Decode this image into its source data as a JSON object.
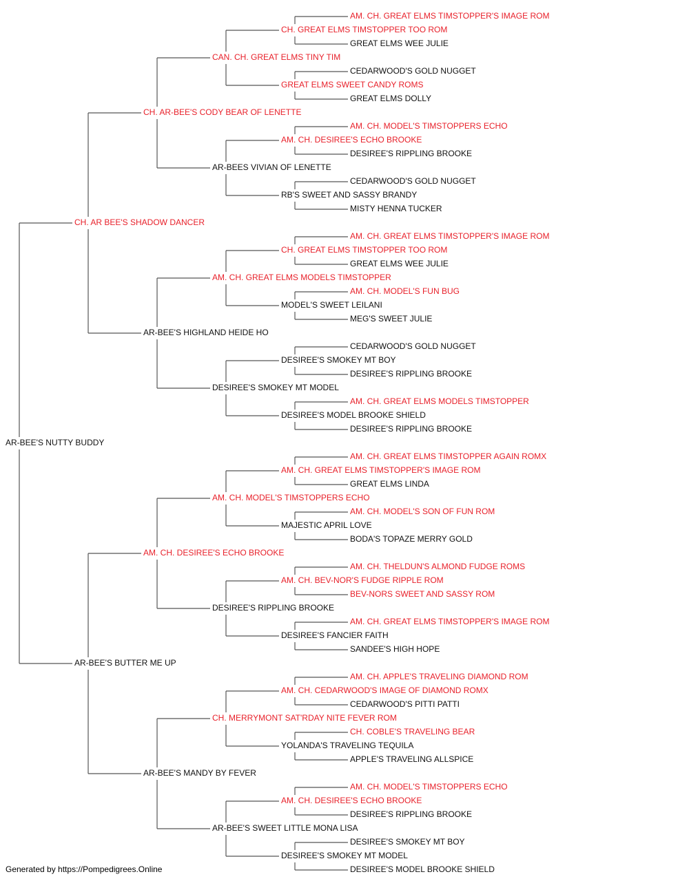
{
  "colors": {
    "champion": "#e8202a",
    "normal": "#111111",
    "connector": "#555555"
  },
  "footer": "Generated by https://Pompedigrees.Online",
  "pedigree": {
    "name": "AR-BEE'S NUTTY BUDDY",
    "champion": false,
    "sire": {
      "name": "CH. AR BEE'S SHADOW DANCER",
      "champion": true,
      "sire": {
        "name": "CH. AR-BEE'S CODY BEAR OF LENETTE",
        "champion": true,
        "sire": {
          "name": "CAN. CH. GREAT ELMS TINY TIM",
          "champion": true,
          "sire": {
            "name": "CH. GREAT ELMS TIMSTOPPER TOO ROM",
            "champion": true,
            "sire": {
              "name": "AM. CH. GREAT ELMS TIMSTOPPER'S IMAGE ROM",
              "champion": true
            },
            "dam": {
              "name": "GREAT ELMS WEE JULIE",
              "champion": false
            }
          },
          "dam": {
            "name": "GREAT ELMS SWEET CANDY ROMS",
            "champion": true,
            "sire": {
              "name": "CEDARWOOD'S GOLD NUGGET",
              "champion": false
            },
            "dam": {
              "name": "GREAT ELMS DOLLY",
              "champion": false
            }
          }
        },
        "dam": {
          "name": "AR-BEES VIVIAN OF LENETTE",
          "champion": false,
          "sire": {
            "name": "AM. CH. DESIREE'S ECHO BROOKE",
            "champion": true,
            "sire": {
              "name": "AM. CH. MODEL'S TIMSTOPPERS ECHO",
              "champion": true
            },
            "dam": {
              "name": "DESIREE'S RIPPLING BROOKE",
              "champion": false
            }
          },
          "dam": {
            "name": "RB'S SWEET AND SASSY BRANDY",
            "champion": false,
            "sire": {
              "name": "CEDARWOOD'S GOLD NUGGET",
              "champion": false
            },
            "dam": {
              "name": "MISTY HENNA TUCKER",
              "champion": false
            }
          }
        }
      },
      "dam": {
        "name": "AR-BEE'S HIGHLAND HEIDE HO",
        "champion": false,
        "sire": {
          "name": "AM. CH. GREAT ELMS MODELS TIMSTOPPER",
          "champion": true,
          "sire": {
            "name": "CH. GREAT ELMS TIMSTOPPER TOO ROM",
            "champion": true,
            "sire": {
              "name": "AM. CH. GREAT ELMS TIMSTOPPER'S IMAGE ROM",
              "champion": true
            },
            "dam": {
              "name": "GREAT ELMS WEE JULIE",
              "champion": false
            }
          },
          "dam": {
            "name": "MODEL'S SWEET LEILANI",
            "champion": false,
            "sire": {
              "name": "AM. CH. MODEL'S FUN BUG",
              "champion": true
            },
            "dam": {
              "name": "MEG'S SWEET JULIE",
              "champion": false
            }
          }
        },
        "dam": {
          "name": "DESIREE'S SMOKEY MT MODEL",
          "champion": false,
          "sire": {
            "name": "DESIREE'S SMOKEY MT BOY",
            "champion": false,
            "sire": {
              "name": "CEDARWOOD'S GOLD NUGGET",
              "champion": false
            },
            "dam": {
              "name": "DESIREE'S RIPPLING BROOKE",
              "champion": false
            }
          },
          "dam": {
            "name": "DESIREE'S MODEL BROOKE SHIELD",
            "champion": false,
            "sire": {
              "name": "AM. CH. GREAT ELMS MODELS TIMSTOPPER",
              "champion": true
            },
            "dam": {
              "name": "DESIREE'S RIPPLING BROOKE",
              "champion": false
            }
          }
        }
      }
    },
    "dam": {
      "name": "AR-BEE'S BUTTER ME UP",
      "champion": false,
      "sire": {
        "name": "AM. CH. DESIREE'S ECHO BROOKE",
        "champion": true,
        "sire": {
          "name": "AM. CH. MODEL'S TIMSTOPPERS ECHO",
          "champion": true,
          "sire": {
            "name": "AM. CH. GREAT ELMS TIMSTOPPER'S IMAGE ROM",
            "champion": true,
            "sire": {
              "name": "AM. CH. GREAT ELMS TIMSTOPPER AGAIN ROMX",
              "champion": true
            },
            "dam": {
              "name": "GREAT ELMS LINDA",
              "champion": false
            }
          },
          "dam": {
            "name": "MAJESTIC APRIL LOVE",
            "champion": false,
            "sire": {
              "name": "AM. CH. MODEL'S SON OF FUN ROM",
              "champion": true
            },
            "dam": {
              "name": "BODA'S TOPAZE MERRY GOLD",
              "champion": false
            }
          }
        },
        "dam": {
          "name": "DESIREE'S RIPPLING BROOKE",
          "champion": false,
          "sire": {
            "name": "AM. CH. BEV-NOR'S FUDGE RIPPLE ROM",
            "champion": true,
            "sire": {
              "name": "AM. CH. THELDUN'S ALMOND FUDGE ROMS",
              "champion": true
            },
            "dam": {
              "name": "BEV-NORS SWEET AND SASSY ROM",
              "champion": true
            }
          },
          "dam": {
            "name": "DESIREE'S FANCIER FAITH",
            "champion": false,
            "sire": {
              "name": "AM. CH. GREAT ELMS TIMSTOPPER'S IMAGE ROM",
              "champion": true
            },
            "dam": {
              "name": "SANDEE'S HIGH HOPE",
              "champion": false
            }
          }
        }
      },
      "dam": {
        "name": "AR-BEE'S MANDY BY FEVER",
        "champion": false,
        "sire": {
          "name": "CH. MERRYMONT SAT'RDAY NITE FEVER ROM",
          "champion": true,
          "sire": {
            "name": "AM. CH. CEDARWOOD'S IMAGE OF DIAMOND ROMX",
            "champion": true,
            "sire": {
              "name": "AM. CH. APPLE'S TRAVELING DIAMOND ROM",
              "champion": true
            },
            "dam": {
              "name": "CEDARWOOD'S PITTI PATTI",
              "champion": false
            }
          },
          "dam": {
            "name": "YOLANDA'S TRAVELING TEQUILA",
            "champion": false,
            "sire": {
              "name": "CH. COBLE'S TRAVELING BEAR",
              "champion": true
            },
            "dam": {
              "name": "APPLE'S TRAVELING ALLSPICE",
              "champion": false
            }
          }
        },
        "dam": {
          "name": "AR-BEE'S SWEET LITTLE MONA LISA",
          "champion": false,
          "sire": {
            "name": "AM. CH. DESIREE'S ECHO BROOKE",
            "champion": true,
            "sire": {
              "name": "AM. CH. MODEL'S TIMSTOPPERS ECHO",
              "champion": true
            },
            "dam": {
              "name": "DESIREE'S RIPPLING BROOKE",
              "champion": false
            }
          },
          "dam": {
            "name": "DESIREE'S SMOKEY MT MODEL",
            "champion": false,
            "sire": {
              "name": "DESIREE'S SMOKEY MT BOY",
              "champion": false
            },
            "dam": {
              "name": "DESIREE'S MODEL BROOKE SHIELD",
              "champion": false
            }
          }
        }
      }
    }
  }
}
